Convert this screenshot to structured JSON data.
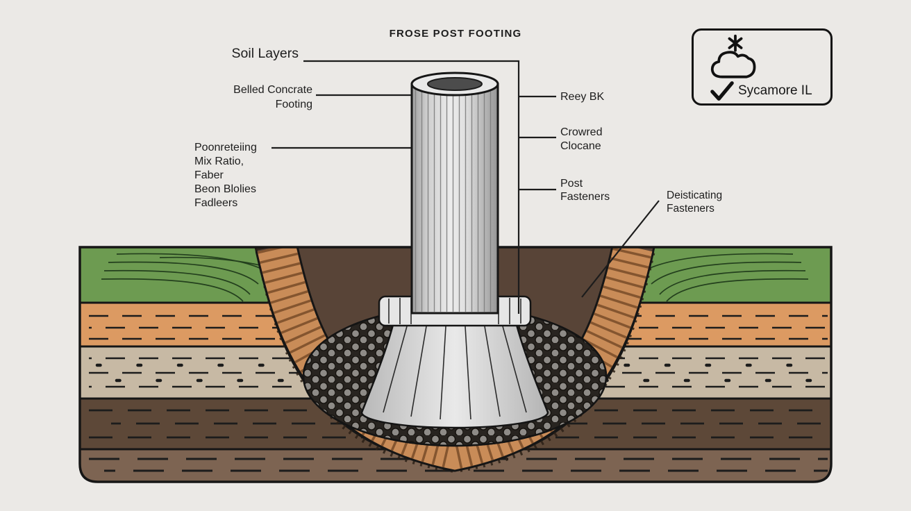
{
  "title": "FROSE POST FOOTING",
  "badge": {
    "location": "Sycamore IL",
    "icons": [
      "snowflake-icon",
      "cloud-icon",
      "checkmark-icon"
    ]
  },
  "labels": {
    "soil_layers": "Soil Layers",
    "belled": {
      "line1": "Belled Concrate",
      "line2": "Footing"
    },
    "mix": {
      "line1": "Poonreteiing",
      "line2": "Mix Ratio,",
      "line3": "Faber",
      "line4": "Beon Blolies",
      "line5": "Fadleers"
    },
    "reey": "Reey BK",
    "crowred": {
      "line1": "Crowred",
      "line2": "Clocane"
    },
    "post_fasteners": {
      "line1": "Post",
      "line2": "Fasteners"
    },
    "deisticating": {
      "line1": "Deisticating",
      "line2": "Fasteners"
    }
  },
  "colors": {
    "background": "#ebe9e6",
    "outline": "#161616",
    "grass": "#6d9b51",
    "soil_orange": "#dc9a62",
    "soil_tan": "#c7b9a4",
    "soil_dark_brown": "#5d4838",
    "soil_mid_brown": "#7d6452",
    "bowl_soil": "#584437",
    "bowl_lining": "#c98c58",
    "lining_hatch": "#7c4f2b",
    "gravel_base": "#282420",
    "pebble": "#8e8b87",
    "concrete_light": "#e6e6e6",
    "post_hole": "#4c4c4c"
  }
}
